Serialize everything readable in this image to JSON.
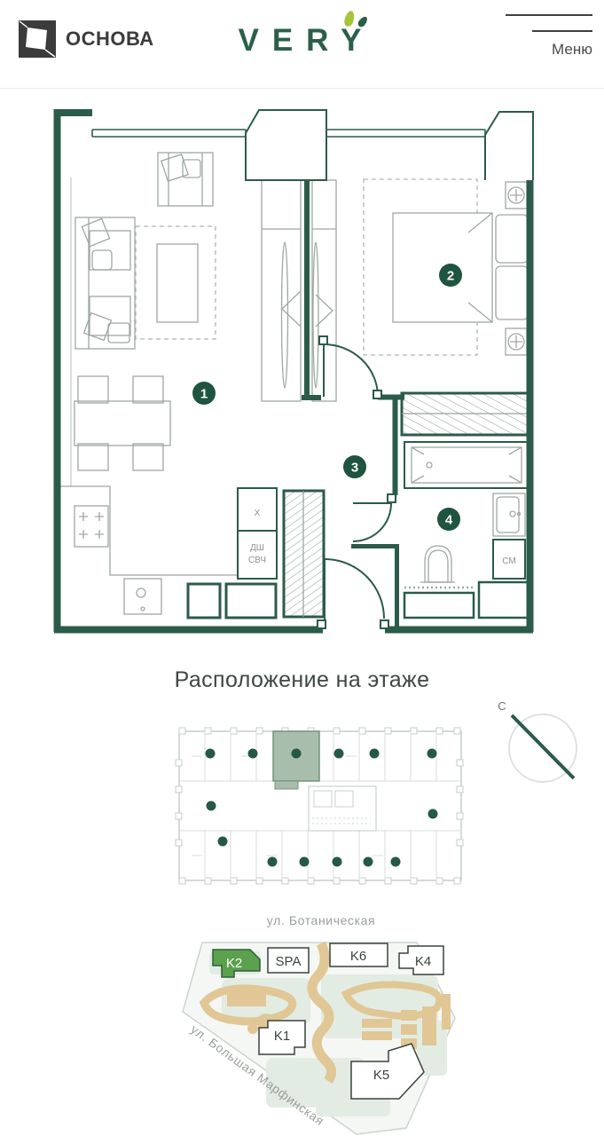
{
  "header": {
    "osnova_label": "ОСНОВА",
    "very_label": "VERY",
    "menu_label": "Меню"
  },
  "plan": {
    "rooms": [
      {
        "number": "1"
      },
      {
        "number": "2"
      },
      {
        "number": "3"
      },
      {
        "number": "4"
      }
    ],
    "labels": {
      "fridge": "Х",
      "dishwasher": "ДШ",
      "microwave": "СВЧ",
      "washer": "СМ"
    }
  },
  "floor_section": {
    "title": "Расположение на этаже",
    "compass_north": "С"
  },
  "site": {
    "street_top": "ул. Ботаническая",
    "street_left": "ул. Большая Марфинская",
    "buildings": [
      {
        "label": "K2",
        "highlighted": true
      },
      {
        "label": "SPA",
        "highlighted": false
      },
      {
        "label": "K6",
        "highlighted": false
      },
      {
        "label": "K4",
        "highlighted": false
      },
      {
        "label": "K1",
        "highlighted": false
      },
      {
        "label": "K5",
        "highlighted": false
      }
    ]
  },
  "colors": {
    "wall_green": "#2b5b49",
    "badge_green": "#1e5440",
    "k2_green": "#5ca14e",
    "floor_highlight": "#a8bdab",
    "path_tan": "#e0c795",
    "furniture_gray": "#9fa8a2"
  }
}
